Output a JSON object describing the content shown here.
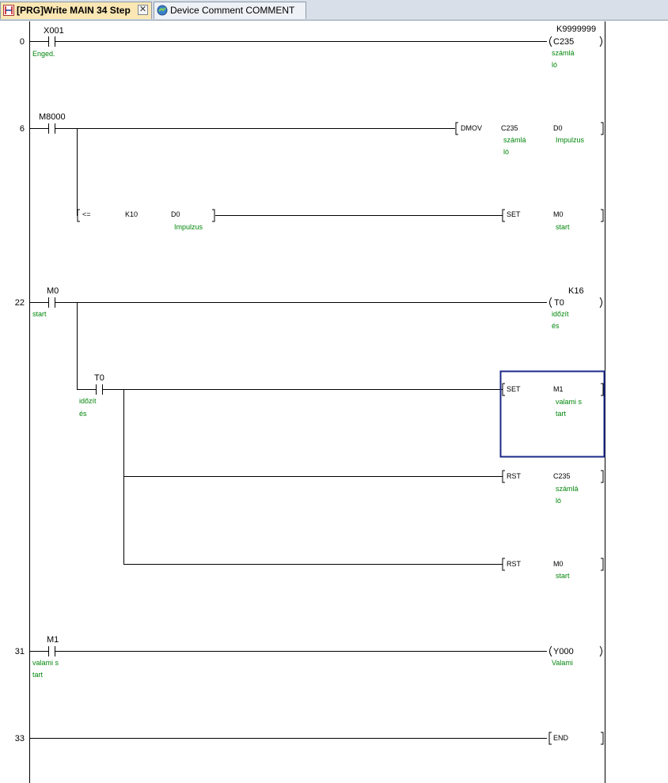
{
  "tabs": {
    "program_tab": {
      "label": "[PRG]Write MAIN 34 Step",
      "close_glyph": "✕"
    },
    "comment_tab": {
      "label": "Device Comment COMMENT"
    }
  },
  "colors": {
    "rung_line": "#000000",
    "comment_text": "#00860a",
    "selection_cursor": "#1b2a8a",
    "active_tab": "#fbe7b4"
  },
  "ladder": {
    "steps": [
      "0",
      "6",
      "22",
      "31",
      "33"
    ],
    "rung0": {
      "contact": {
        "device": "X001",
        "comment": [
          "Enged."
        ]
      },
      "coil": {
        "device": "C235",
        "setpoint": "K9999999",
        "comment": [
          "számlá",
          "ló"
        ]
      }
    },
    "rung6": {
      "contact": {
        "device": "M8000"
      },
      "dmov": {
        "instruction": "DMOV",
        "src": "C235",
        "src_comment": [
          "számlá",
          "ló"
        ],
        "dst": "D0",
        "dst_comment": [
          "Impulzus"
        ]
      },
      "compare": {
        "operator": "<=",
        "op1": "K10",
        "op2": "D0",
        "op2_comment": [
          "Impulzus"
        ]
      },
      "set": {
        "instruction": "SET",
        "device": "M0",
        "comment": [
          "start"
        ]
      }
    },
    "rung22": {
      "contact": {
        "device": "M0",
        "comment": [
          "start"
        ]
      },
      "timer": {
        "device": "T0",
        "setpoint": "K16",
        "comment": [
          "időzít",
          "és"
        ]
      },
      "contact_t0": {
        "device": "T0",
        "comment": [
          "időzít",
          "és"
        ]
      },
      "set_m1": {
        "instruction": "SET",
        "device": "M1",
        "comment": [
          "valami s",
          "tart"
        ]
      },
      "rst_c235": {
        "instruction": "RST",
        "device": "C235",
        "comment": [
          "számlá",
          "ló"
        ]
      },
      "rst_m0": {
        "instruction": "RST",
        "device": "M0",
        "comment": [
          "start"
        ]
      }
    },
    "rung31": {
      "contact": {
        "device": "M1",
        "comment": [
          "valami s",
          "tart"
        ]
      },
      "coil": {
        "device": "Y000",
        "comment": [
          "Valami"
        ]
      }
    },
    "rung33": {
      "instruction": "END"
    }
  }
}
